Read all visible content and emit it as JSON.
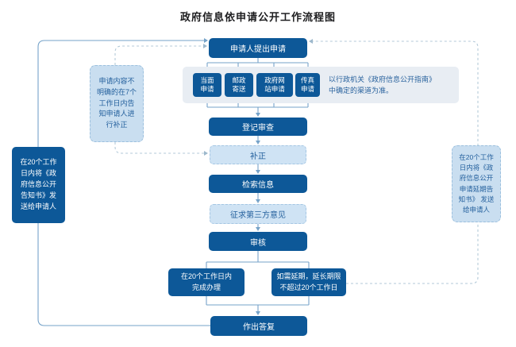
{
  "title": "政府信息依申请公开工作流程图",
  "colors": {
    "dark_blue": "#0d5898",
    "light_fill": "#cfe3f4",
    "side_fill": "#c9def0",
    "container_fill": "#e8edf3",
    "solid_line": "#76a3c9",
    "dashed_line": "#b3c9d8",
    "blue_text": "#24609d"
  },
  "nodes": {
    "apply": "申请人提出申请",
    "channels": [
      {
        "label": "当面\n申请"
      },
      {
        "label": "邮政\n寄送"
      },
      {
        "label": "政府网\n站申请"
      },
      {
        "label": "传真\n申请"
      }
    ],
    "channel_note": "以行政机关《政府信息公开指南》\n中确定的渠道为准。",
    "register": "登记审查",
    "supplement": "补正",
    "search": "检索信息",
    "third_party": "征求第三方意见",
    "review": "审核",
    "within20": "在20个工作日内\n完成办理",
    "extension": "如需延期，延长期限\n不超过20个工作日",
    "reply": "作出答复",
    "left_notice": "在20个工作\n日内将《政\n府信息公开\n告知书》发\n送给申请人",
    "left_supplement_note": "申请内容不\n明确的在7个\n工作日内告\n知申请人进\n行补正",
    "right_notice": "在20个工作\n日内将《政\n府信息公开\n申请延期告\n知书》 发送\n给申请人"
  }
}
